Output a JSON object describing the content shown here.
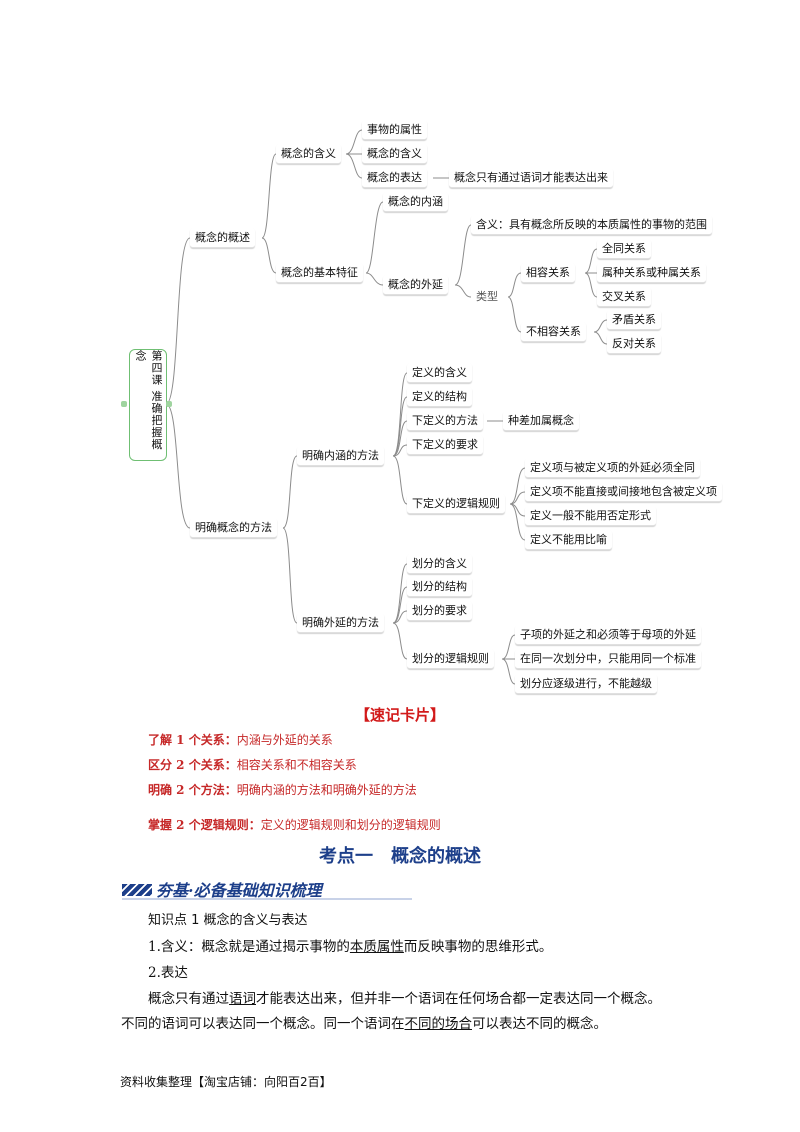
{
  "mindmap": {
    "root": "第四课 准确把握概念",
    "n_overview": "概念的概述",
    "n_meaning": "概念的含义",
    "n_attr": "事物的属性",
    "n_meaning2": "概念的含义",
    "n_express": "概念的表达",
    "n_express_note": "概念只有通过语词才能表达出来",
    "n_features": "概念的基本特征",
    "n_intension": "概念的内涵",
    "n_extension": "概念的外延",
    "n_ext_def": "含义：具有概念所反映的本质属性的事物的范围",
    "n_types": "类型",
    "n_compatible": "相容关系",
    "n_identity": "全同关系",
    "n_genus": "属种关系或种属关系",
    "n_overlap": "交叉关系",
    "n_incompatible": "不相容关系",
    "n_contradiction": "矛盾关系",
    "n_opposite": "反对关系",
    "n_methods": "明确概念的方法",
    "n_clarify_int": "明确内涵的方法",
    "n_def_meaning": "定义的含义",
    "n_def_structure": "定义的结构",
    "n_def_method": "下定义的方法",
    "n_def_method_note": "种差加属概念",
    "n_def_require": "下定义的要求",
    "n_def_rules": "下定义的逻辑规则",
    "n_rule1": "定义项与被定义项的外延必须全同",
    "n_rule2": "定义项不能直接或间接地包含被定义项",
    "n_rule3": "定义一般不能用否定形式",
    "n_rule4": "定义不能用比喻",
    "n_clarify_ext": "明确外延的方法",
    "n_div_meaning": "划分的含义",
    "n_div_structure": "划分的结构",
    "n_div_require": "划分的要求",
    "n_div_rules": "划分的逻辑规则",
    "n_drule1": "子项的外延之和必须等于母项的外延",
    "n_drule2": "在同一次划分中，只能用同一个标准",
    "n_drule3": "划分应逐级进行，不能越级"
  },
  "card": {
    "title": "【速记卡片】",
    "lines": [
      {
        "key": "了解 1 个关系：",
        "val": "内涵与外延的关系"
      },
      {
        "key": "区分 2 个关系：",
        "val": "相容关系和不相容关系"
      },
      {
        "key": "明确 2 个方法：",
        "val": "明确内涵的方法和明确外延的方法"
      },
      {
        "key": "掌握 2 个逻辑规则：",
        "val": "定义的逻辑规则和划分的逻辑规则"
      }
    ]
  },
  "section": {
    "kd_title": "考点一　概念的概述",
    "bar_label": "夯基·必备基础知识梳理"
  },
  "body": {
    "kp_title": "知识点 1  概念的含义与表达",
    "p1_a": "1.含义：概念就是通过揭示事物的",
    "p1_u": "本质属性",
    "p1_b": "而反映事物的思维形式。",
    "p2": "2.表达",
    "p3_a": "概念只有通过",
    "p3_u": "语词",
    "p3_b": "才能表达出来，但并非一个语词在任何场合都一定表达同一个概念。",
    "p4_a": "不同的语词可以表达同一个概念。同一个语词在",
    "p4_u": "不同的场合",
    "p4_b": "可以表达不同的概念。"
  },
  "footer": {
    "text": "资料收集整理【淘宝店铺：向阳百",
    "page_num": "2",
    "text_end": "百】"
  }
}
